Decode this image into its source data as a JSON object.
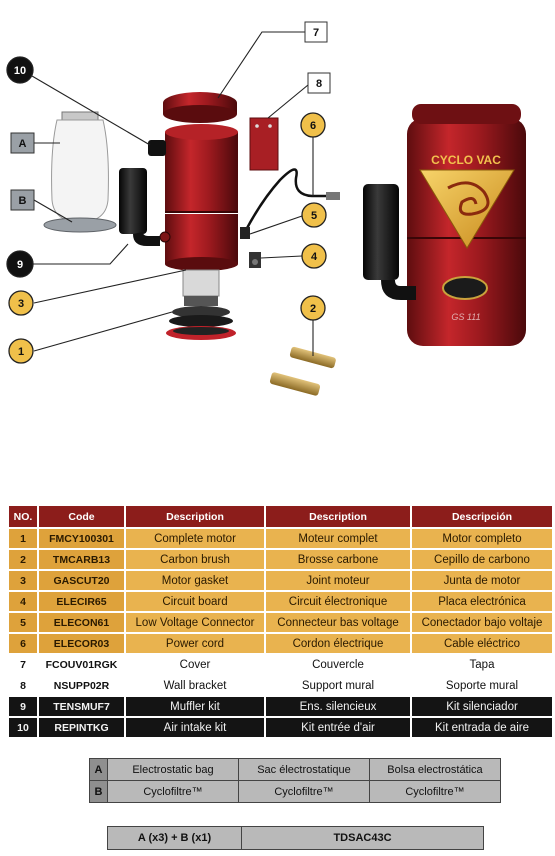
{
  "callouts": {
    "c1": "1",
    "c2": "2",
    "c3": "3",
    "c4": "4",
    "c5": "5",
    "c6": "6",
    "c7": "7",
    "c8": "8",
    "c9": "9",
    "c10": "10",
    "cA": "A",
    "cB": "B"
  },
  "product": {
    "brand": "CYCLO VAC",
    "model": "GS 111"
  },
  "parts_table": {
    "headers": {
      "no": "NO.",
      "code": "Code",
      "desc_en": "Description",
      "desc_fr": "Description",
      "desc_es": "Descripción"
    },
    "rows": [
      {
        "no": "1",
        "code": "FMCY100301",
        "en": "Complete motor",
        "fr": "Moteur complet",
        "es": "Motor completo"
      },
      {
        "no": "2",
        "code": "TMCARB13",
        "en": "Carbon brush",
        "fr": "Brosse carbone",
        "es": "Cepillo de carbono"
      },
      {
        "no": "3",
        "code": "GASCUT20",
        "en": "Motor gasket",
        "fr": "Joint moteur",
        "es": "Junta de motor"
      },
      {
        "no": "4",
        "code": "ELECIR65",
        "en": "Circuit board",
        "fr": "Circuit électronique",
        "es": "Placa electrónica"
      },
      {
        "no": "5",
        "code": "ELECON61",
        "en": "Low Voltage Connector",
        "fr": "Connecteur bas voltage",
        "es": "Conectador bajo voltaje"
      },
      {
        "no": "6",
        "code": "ELECOR03",
        "en": "Power cord",
        "fr": "Cordon électrique",
        "es": "Cable eléctrico"
      },
      {
        "no": "7",
        "code": "FCOUV01RGK",
        "en": "Cover",
        "fr": "Couvercle",
        "es": "Tapa"
      },
      {
        "no": "8",
        "code": "NSUPP02R",
        "en": "Wall bracket",
        "fr": "Support mural",
        "es": "Soporte mural"
      },
      {
        "no": "9",
        "code": "TENSMUF7",
        "en": "Muffler kit",
        "fr": "Ens. silencieux",
        "es": "Kit silenciador"
      },
      {
        "no": "10",
        "code": "REPINTKG",
        "en": "Air intake kit",
        "fr": "Kit entrée d'air",
        "es": "Kit entrada de aire"
      }
    ]
  },
  "filter_table": {
    "rows": [
      {
        "letter": "A",
        "en": "Electrostatic bag",
        "fr": "Sac électrostatique",
        "es": "Bolsa electrostática"
      },
      {
        "letter": "B",
        "en": "Cyclofiltre™",
        "fr": "Cyclofiltre™",
        "es": "Cyclofiltre™"
      }
    ]
  },
  "kit_table": {
    "combo": "A (x3) + B (x1)",
    "code": "TDSAC43C"
  },
  "colors": {
    "accent_red": "#8c1d1b",
    "gold": "#e9b34f",
    "black_row": "#141414",
    "gray_box": "#b9b9b9"
  }
}
